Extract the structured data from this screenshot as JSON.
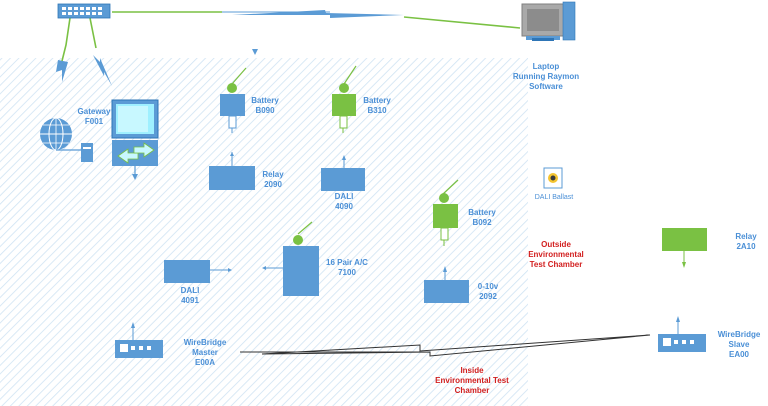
{
  "colors": {
    "device_blue": "#5b9bd5",
    "device_green": "#7ac143",
    "label_blue": "#4a8fd6",
    "label_red": "#d21f1f",
    "link_green": "#7ac143",
    "hatch": "#cfe3f3"
  },
  "labels": {
    "laptop": [
      "Laptop",
      "Running Raymon",
      "Software"
    ],
    "gateway": [
      "Gateway",
      "F001"
    ],
    "battery_b090": [
      "Battery",
      "B090"
    ],
    "battery_b310": [
      "Battery",
      "B310"
    ],
    "relay_2090": [
      "Relay",
      "2090"
    ],
    "dali_4090": [
      "DALI",
      "4090"
    ],
    "dali_ballast": "DALI Ballast",
    "battery_b092": [
      "Battery",
      "B092"
    ],
    "outside_chamber": [
      "Outside",
      "Environmental",
      "Test Chamber"
    ],
    "relay_2a10": [
      "Relay",
      "2A10"
    ],
    "dali_4091": [
      "DALI",
      "4091"
    ],
    "ac_7100": [
      "16 Pair A/C",
      "7100"
    ],
    "v010_2092": [
      "0-10v",
      "2092"
    ],
    "wirebridge_master": [
      "WireBridge",
      "Master",
      "E00A"
    ],
    "wirebridge_slave": [
      "WireBridge",
      "Slave",
      "EA00"
    ],
    "inside_chamber": [
      "Inside",
      "Environmental Test",
      "Chamber"
    ]
  },
  "icons": [
    "network-switch-icon",
    "laptop-computer-icon",
    "globe-icon",
    "server-icon",
    "desktop-monitor-icon",
    "dali-ballast-icon",
    "wireless-router-icon",
    "lightning-link-icon"
  ]
}
